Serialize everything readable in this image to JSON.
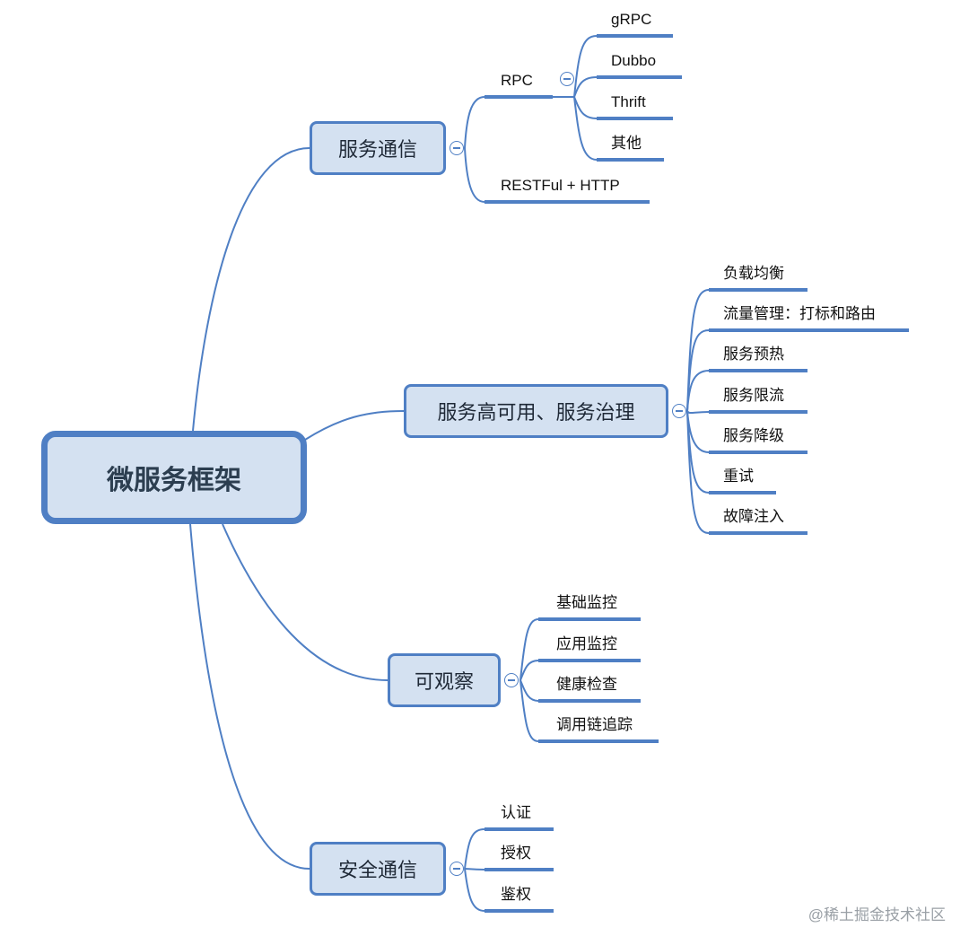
{
  "root": {
    "label": "微服务框架"
  },
  "branches": {
    "communication": {
      "label": "服务通信",
      "rpc": {
        "label": "RPC",
        "children": [
          "gRPC",
          "Dubbo",
          "Thrift",
          "其他"
        ]
      },
      "rest": {
        "label": "RESTFul + HTTP"
      }
    },
    "governance": {
      "label": "服务高可用、服务治理",
      "children": [
        "负载均衡",
        "流量管理：打标和路由",
        "服务预热",
        "服务限流",
        "服务降级",
        "重试",
        "故障注入"
      ]
    },
    "observability": {
      "label": "可观察",
      "children": [
        "基础监控",
        "应用监控",
        "健康检查",
        "调用链追踪"
      ]
    },
    "security": {
      "label": "安全通信",
      "children": [
        "认证",
        "授权",
        "鉴权"
      ]
    }
  },
  "watermark": "@稀土掘金技术社区",
  "colors": {
    "line": "#4f7fc4",
    "box_fill": "#d4e1f1",
    "box_border": "#4f7fc4",
    "toggle": "#4f7fc4"
  },
  "icons": [
    "collapse-toggle-icon"
  ]
}
